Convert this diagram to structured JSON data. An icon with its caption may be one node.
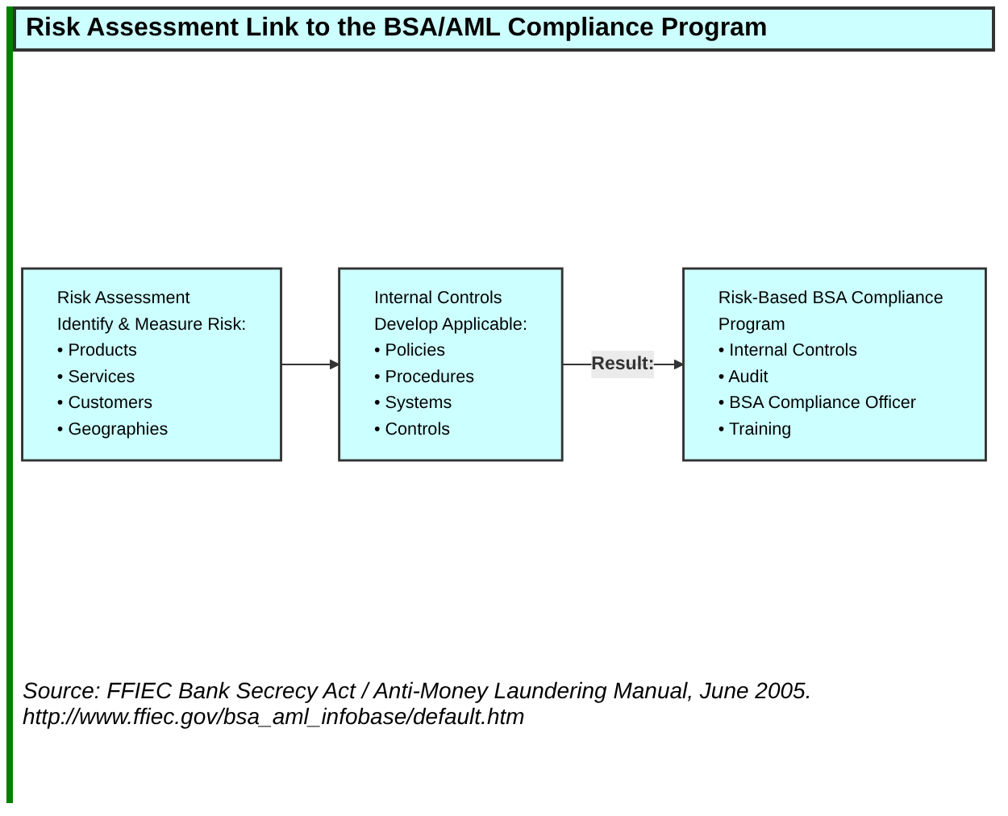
{
  "diagram": {
    "title": "Risk Assessment Link to the BSA/AML Compliance Program",
    "nodes": [
      {
        "text": [
          "Risk Assessment",
          "Identify & Measure Risk:",
          "• Products",
          "• Services",
          "• Customers",
          "• Geographies"
        ]
      },
      {
        "text": [
          "Internal Controls",
          "Develop Applicable:",
          "• Policies",
          "• Procedures",
          "• Systems",
          "• Controls"
        ]
      },
      {
        "text": [
          "Risk-Based BSA Compliance Program",
          "• Internal Controls",
          "• Audit",
          "• BSA Compliance Officer",
          "• Training"
        ]
      }
    ],
    "edges": [
      {
        "from": 0,
        "to": 1,
        "arrow": "to"
      },
      {
        "from": 1,
        "to": 2,
        "arrow": "to",
        "label": "Result:"
      }
    ],
    "caption": "Source: FFIEC Bank Secrecy Act / Anti-Money Laundering Manual, June 2005. http://www.ffiec.gov/bsa_aml_infobase/default.htm"
  }
}
